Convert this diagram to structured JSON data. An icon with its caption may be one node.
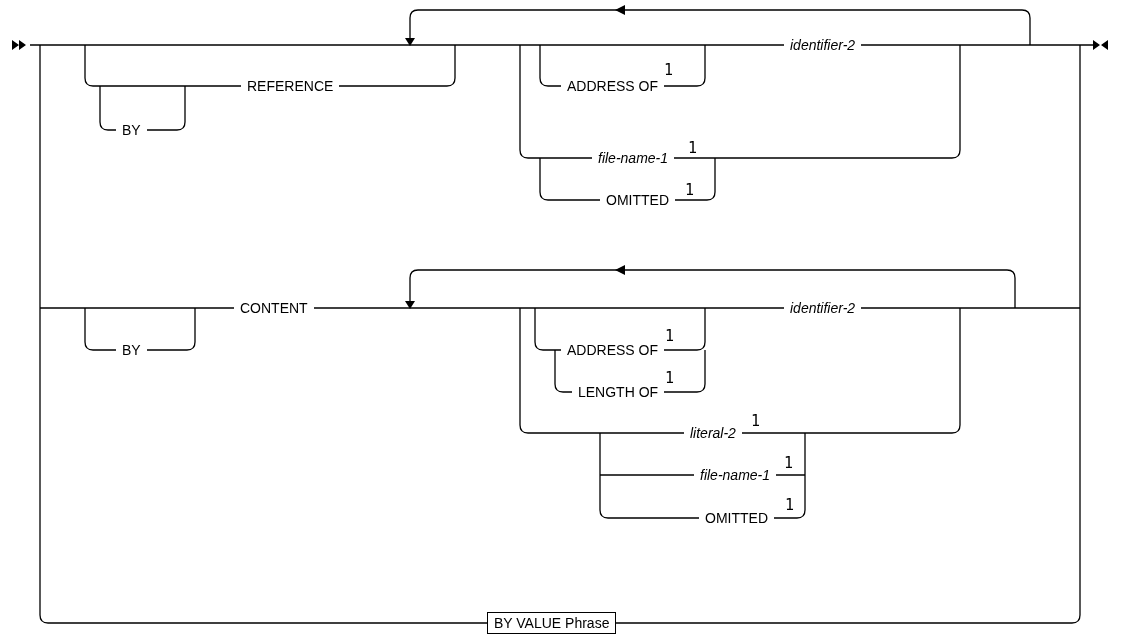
{
  "diagram": {
    "nodes": [
      {
        "text": [
          "BY VALUE Phrase"
        ]
      }
    ],
    "labels": [
      "BY",
      "REFERENCE",
      "ADDRESS OF",
      "1",
      "identifier-2",
      "file-name-1",
      "1",
      "OMITTED",
      "1",
      "BY",
      "CONTENT",
      "identifier-2",
      "ADDRESS OF",
      "1",
      "LENGTH OF",
      "1",
      "literal-2",
      "1",
      "file-name-1",
      "1",
      "OMITTED",
      "1"
    ]
  }
}
